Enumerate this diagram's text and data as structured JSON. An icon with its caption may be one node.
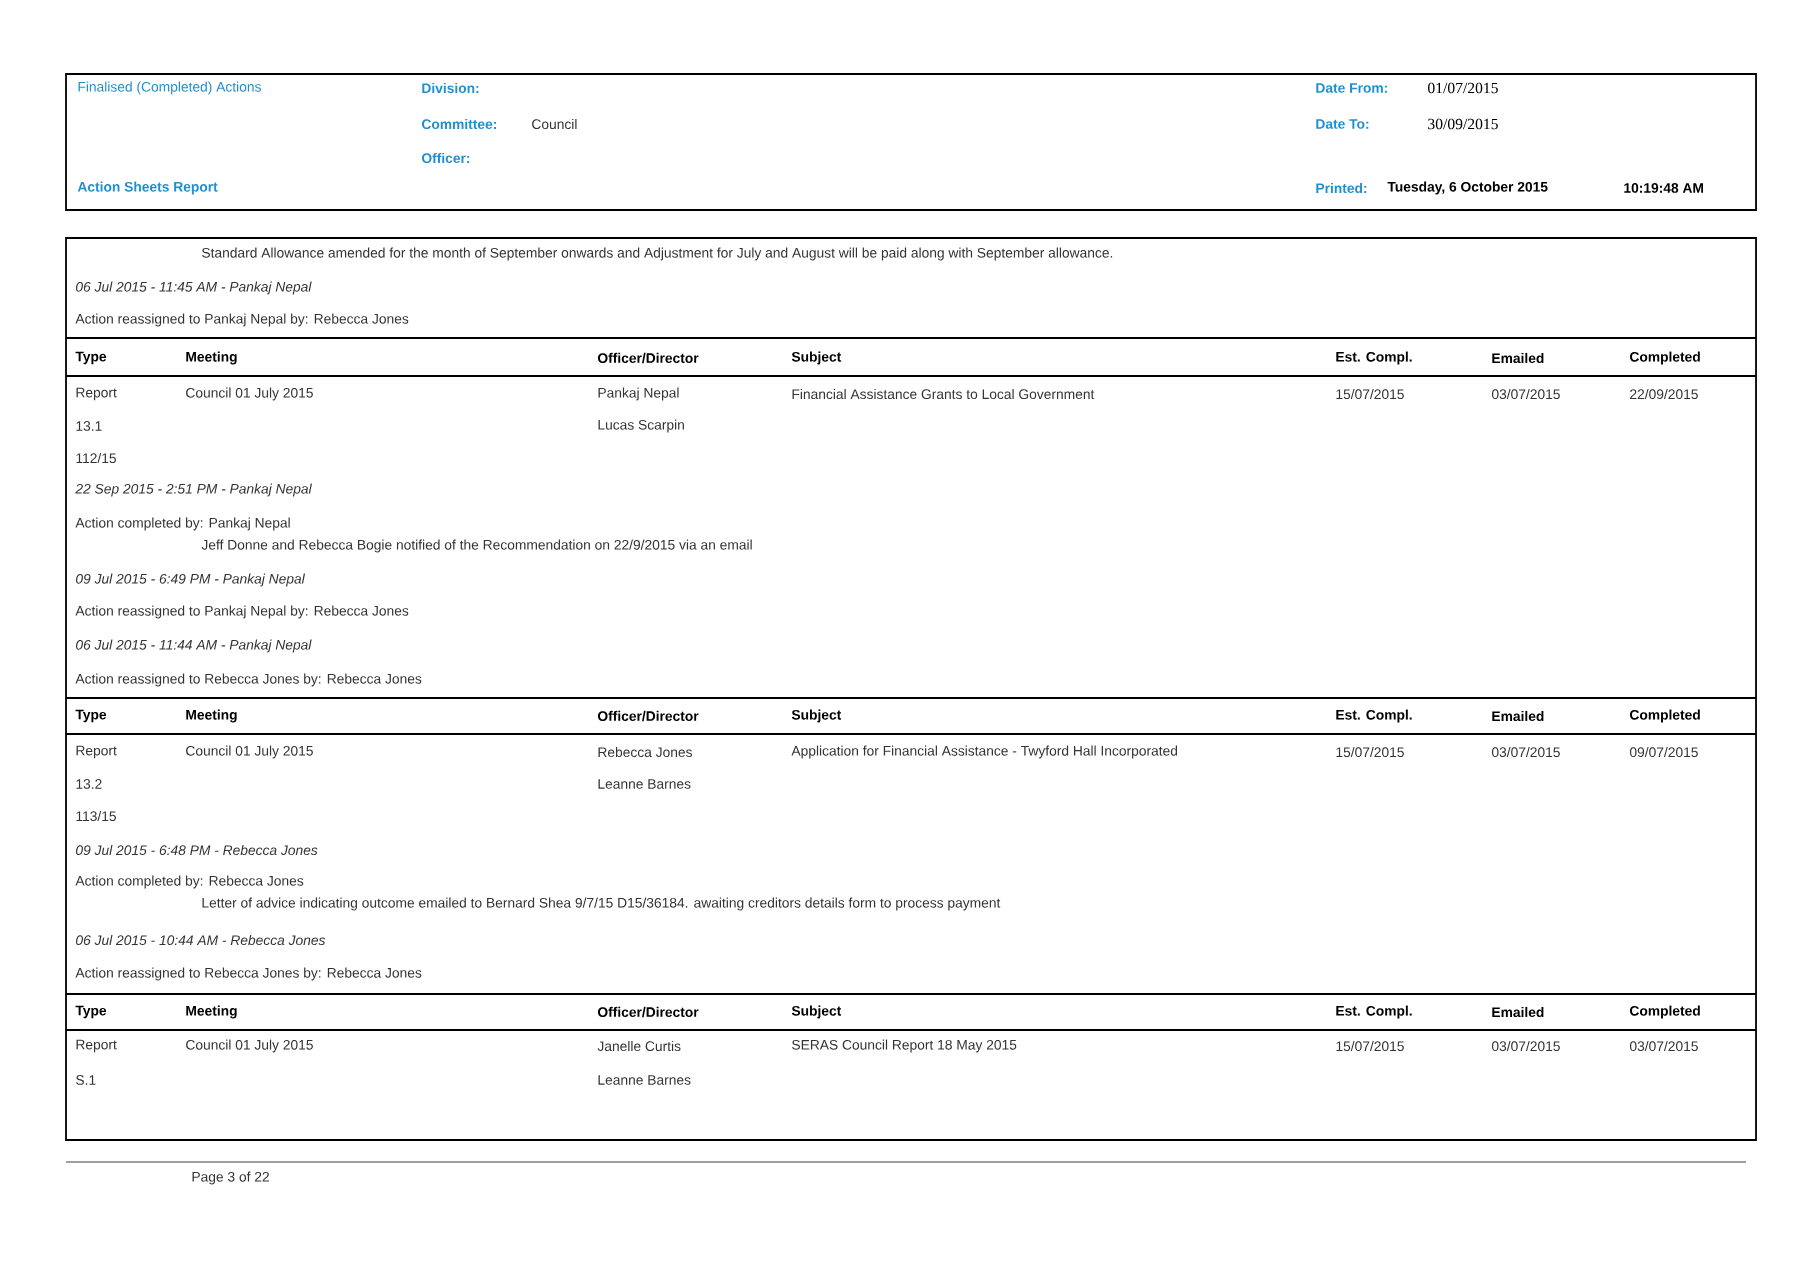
{
  "diagram": {
    "labels": [
      "Finalised (Completed) Actions",
      "Division:",
      "Date From:",
      "01/07/2015",
      "Committee:",
      "Council",
      "Date To:",
      "30/09/2015",
      "Officer:",
      "Action Sheets Report",
      "Printed:",
      "Tuesday, 6 October 2015",
      "10:19:48 AM",
      "Standard Allowance amended for the month of September onwards and Adjustment for July and August will be paid along with September allowance.",
      "06 Jul 2015 - 11:45 AM - Pankaj Nepal",
      "Action reassigned to Pankaj Nepal by: Rebecca Jones",
      "Type",
      "Meeting",
      "Officer/Director",
      "Subject",
      "Est. Compl.",
      "Emailed",
      "Completed",
      "Report",
      "Council 01 July 2015",
      "Pankaj Nepal",
      "Financial Assistance Grants to Local Government",
      "15/07/2015",
      "03/07/2015",
      "22/09/2015",
      "13.1",
      "Lucas Scarpin",
      "112/15",
      "22 Sep 2015 - 2:51 PM - Pankaj Nepal",
      "Action completed by: Pankaj Nepal",
      "Jeff Donne and Rebecca Bogie notified of the Recommendation on 22/9/2015 via an email",
      "09 Jul 2015 - 6:49 PM - Pankaj Nepal",
      "Action reassigned to Pankaj Nepal by: Rebecca Jones",
      "06 Jul 2015 - 11:44 AM - Pankaj Nepal",
      "Action reassigned to Rebecca Jones by: Rebecca Jones",
      "Type",
      "Meeting",
      "Officer/Director",
      "Subject",
      "Est. Compl.",
      "Emailed",
      "Completed",
      "Report",
      "Council 01 July 2015",
      "Rebecca Jones",
      "Application for Financial Assistance - Twyford Hall Incorporated",
      "15/07/2015",
      "03/07/2015",
      "09/07/2015",
      "13.2",
      "Leanne Barnes",
      "113/15",
      "09 Jul 2015 - 6:48 PM - Rebecca Jones",
      "Action completed by: Rebecca Jones",
      "Letter of advice indicating outcome emailed to Bernard Shea 9/7/15 D15/36184. awaiting creditors details form to process payment",
      "06 Jul 2015 - 10:44 AM - Rebecca Jones",
      "Action reassigned to Rebecca Jones by: Rebecca Jones",
      "Type",
      "Meeting",
      "Officer/Director",
      "Subject",
      "Est. Compl.",
      "Emailed",
      "Completed",
      "Report",
      "Council 01 July 2015",
      "Janelle Curtis",
      "SERAS Council Report 18 May 2015",
      "15/07/2015",
      "03/07/2015",
      "03/07/2015",
      "S.1",
      "Leanne Barnes",
      "Page 3 of 22"
    ]
  }
}
